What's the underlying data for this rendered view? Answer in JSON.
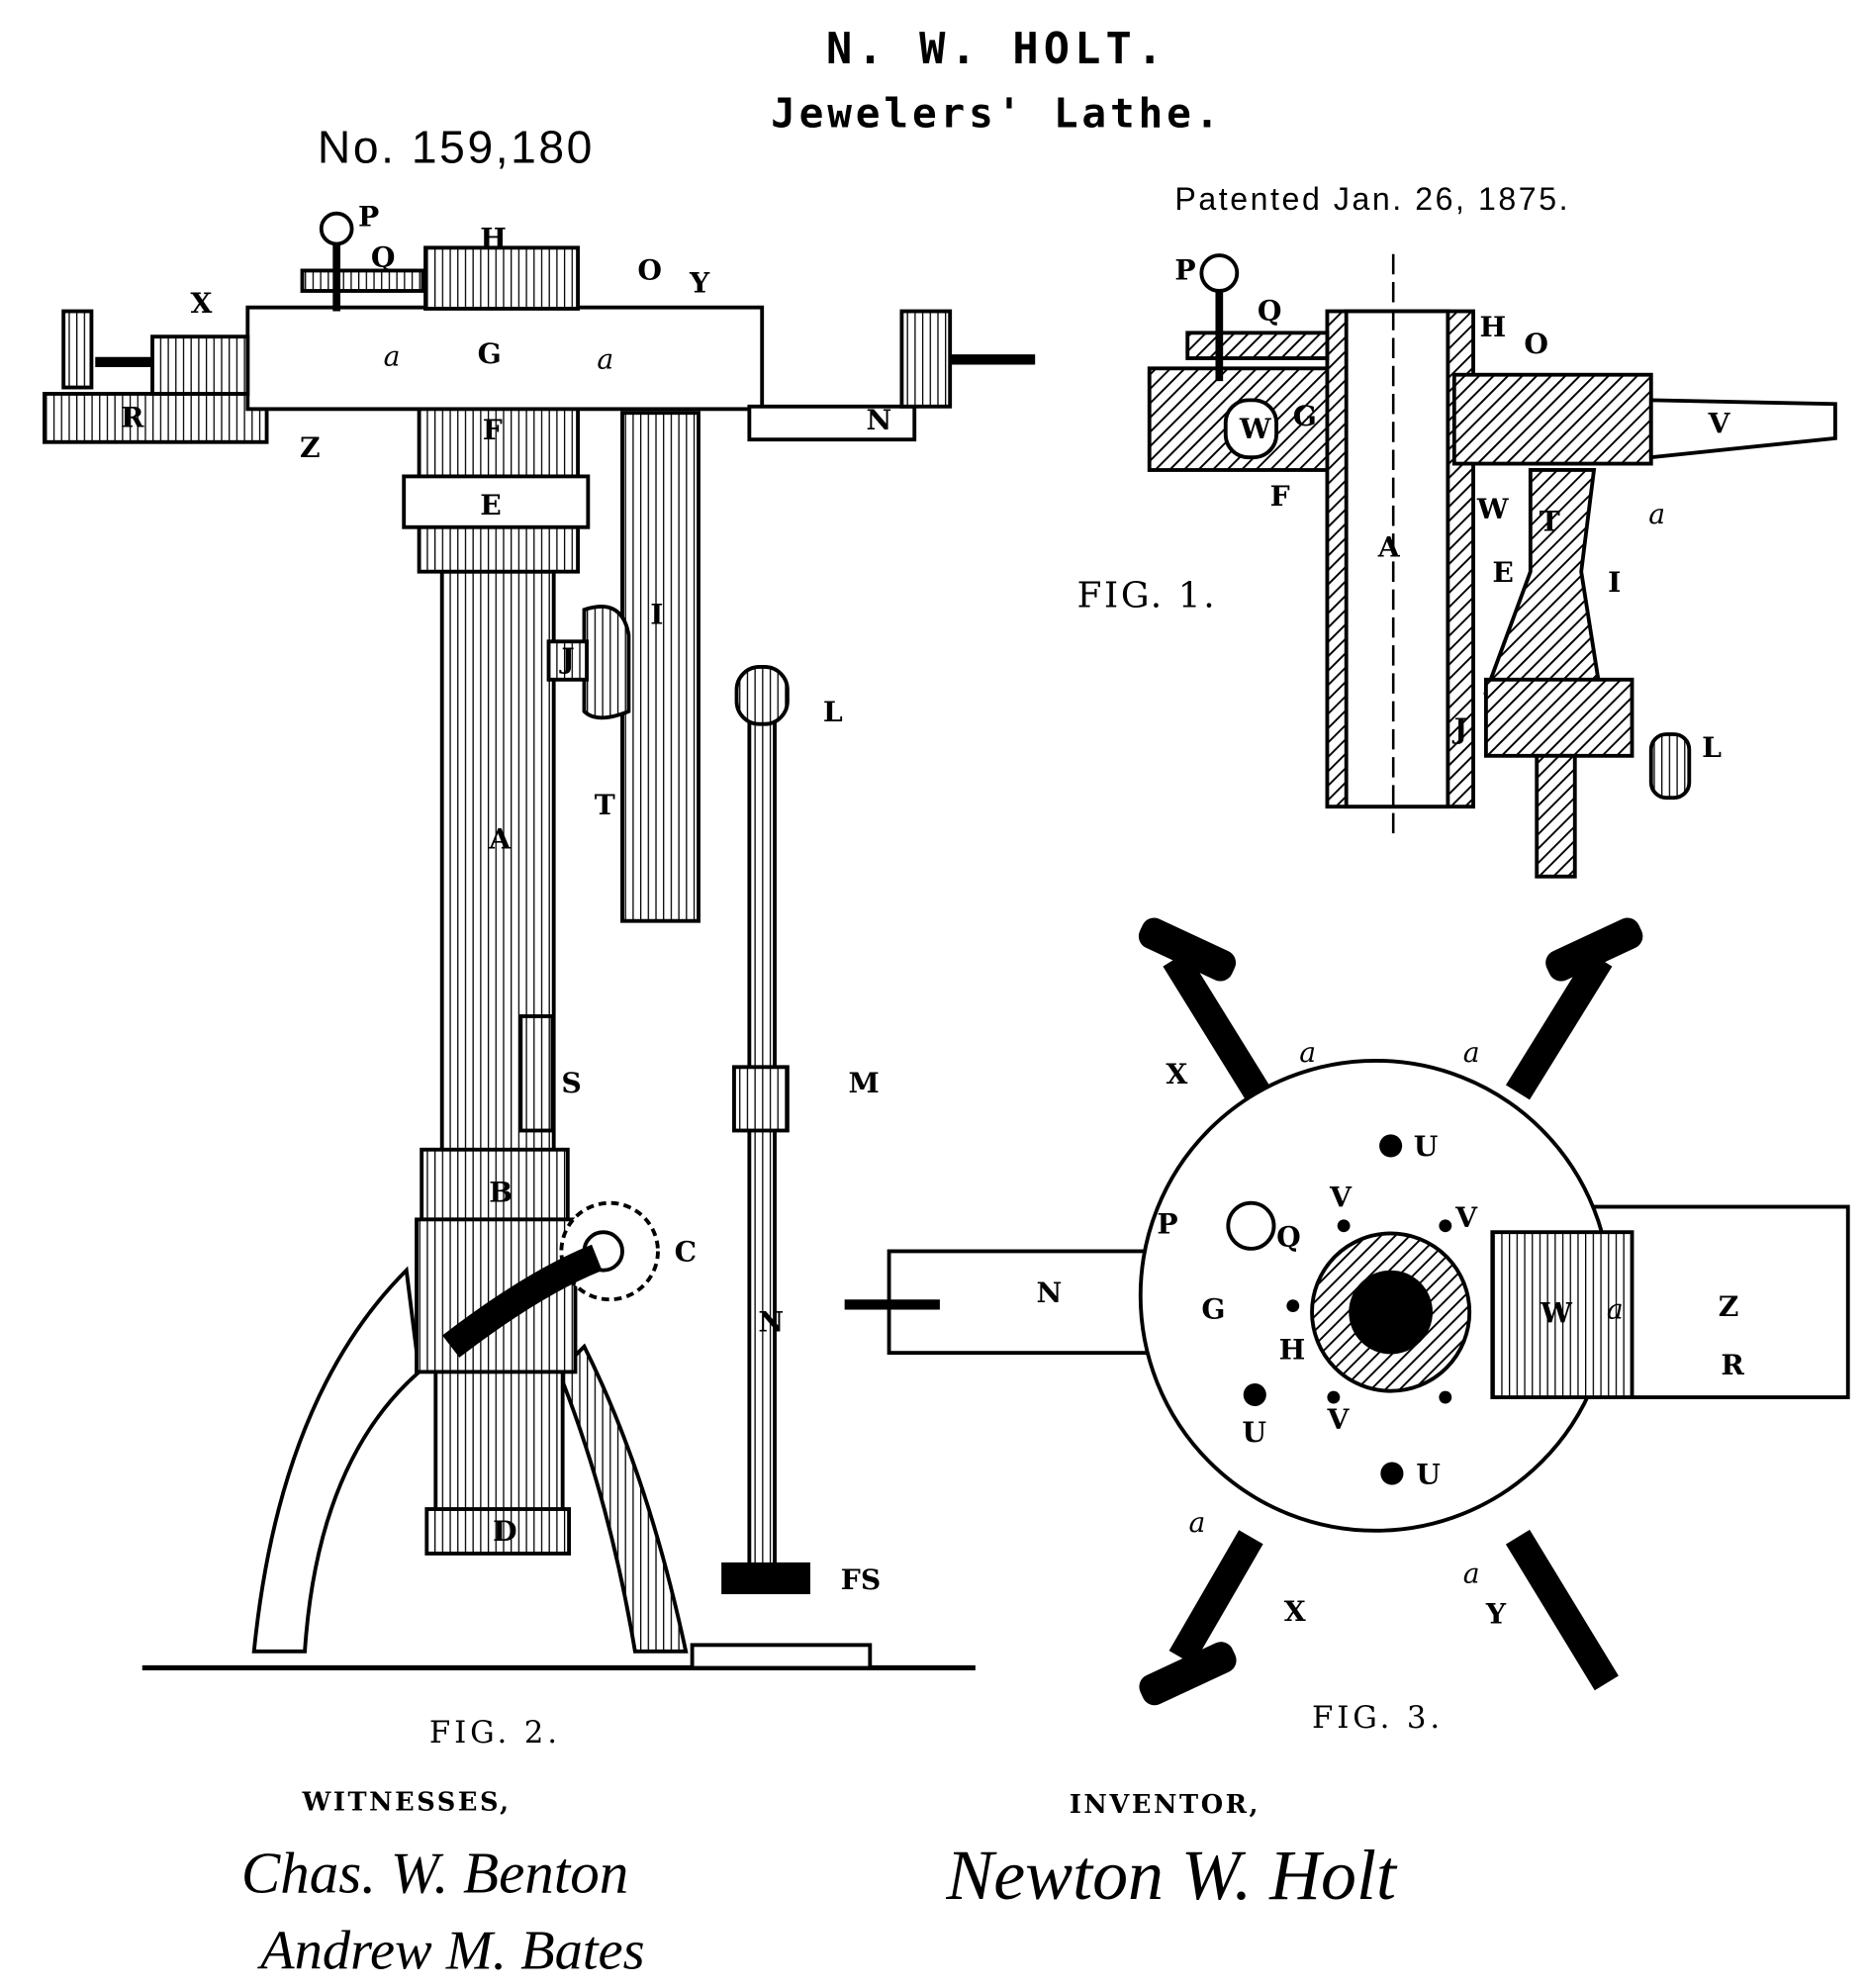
{
  "header": {
    "inventor": "N. W. HOLT.",
    "title": "Jewelers' Lathe.",
    "patent_number": "No. 159,180",
    "date": "Patented Jan. 26, 1875."
  },
  "figures": {
    "fig1": {
      "caption": "FIG. 1.",
      "labels": [
        "P",
        "Q",
        "H",
        "O",
        "W",
        "G",
        "V",
        "F",
        "W",
        "T",
        "a",
        "A",
        "E",
        "I",
        "J",
        "L"
      ]
    },
    "fig2": {
      "caption": "FIG. 2.",
      "labels": [
        "P",
        "Q",
        "H",
        "O",
        "Y",
        "X",
        "a",
        "G",
        "a",
        "R",
        "Z",
        "F",
        "N",
        "E",
        "I",
        "J",
        "L",
        "T",
        "A",
        "S",
        "M",
        "B",
        "C",
        "D",
        "FS",
        "N"
      ]
    },
    "fig3": {
      "caption": "FIG. 3.",
      "labels": [
        "X",
        "a",
        "a",
        "U",
        "V",
        "V",
        "P",
        "Q",
        "N",
        "G",
        "W",
        "a",
        "Z",
        "H",
        "R",
        "V",
        "U",
        "U",
        "a",
        "X",
        "a",
        "Y"
      ]
    }
  },
  "signatures": {
    "witnesses_label": "WITNESSES,",
    "inventor_label": "INVENTOR,",
    "witness_1": "Chas. W. Benton",
    "witness_2": "Andrew M. Bates",
    "inventor": "Newton W. Holt"
  }
}
